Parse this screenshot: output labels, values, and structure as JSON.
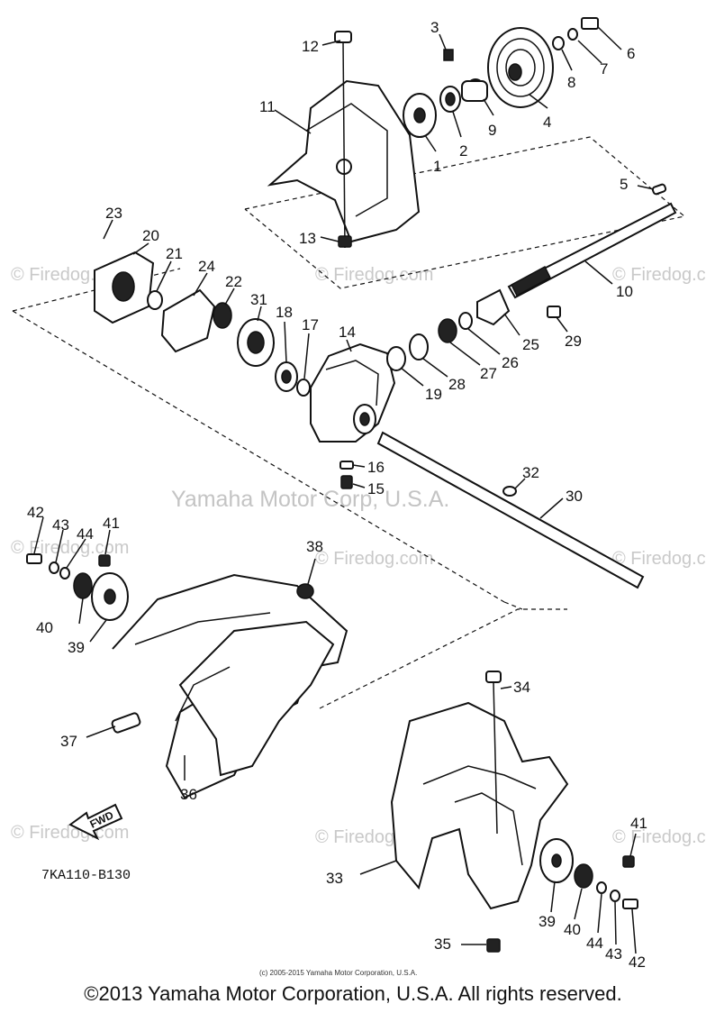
{
  "watermarks": {
    "small": "© Firedog.com",
    "center": "Yamaha Motor Corp, U.S.A."
  },
  "diagram_code": "7KA110-B130",
  "fwd_label": "FWD",
  "small_copyright": "(c) 2005-2015 Yamaha Motor Corporation, U.S.A.",
  "footer_copyright": "©2013 Yamaha Motor Corporation, U.S.A. All rights reserved.",
  "callouts": {
    "c1": "1",
    "c2": "2",
    "c3": "3",
    "c4": "4",
    "c5": "5",
    "c6": "6",
    "c7": "7",
    "c8": "8",
    "c9": "9",
    "c10": "10",
    "c11": "11",
    "c12": "12",
    "c13": "13",
    "c14": "14",
    "c15": "15",
    "c16": "16",
    "c17": "17",
    "c18": "18",
    "c19": "19",
    "c20": "20",
    "c21": "21",
    "c22": "22",
    "c23": "23",
    "c24": "24",
    "c25": "25",
    "c26": "26",
    "c27": "27",
    "c28": "28",
    "c29": "29",
    "c30": "30",
    "c31": "31",
    "c32": "32",
    "c33": "33",
    "c34": "34",
    "c35": "35",
    "c36": "36",
    "c37": "37",
    "c38": "38",
    "c39a": "39",
    "c39b": "39",
    "c40a": "40",
    "c40b": "40",
    "c41a": "41",
    "c41b": "41",
    "c42a": "42",
    "c42b": "42",
    "c43a": "43",
    "c43b": "43",
    "c44a": "44",
    "c44b": "44"
  }
}
